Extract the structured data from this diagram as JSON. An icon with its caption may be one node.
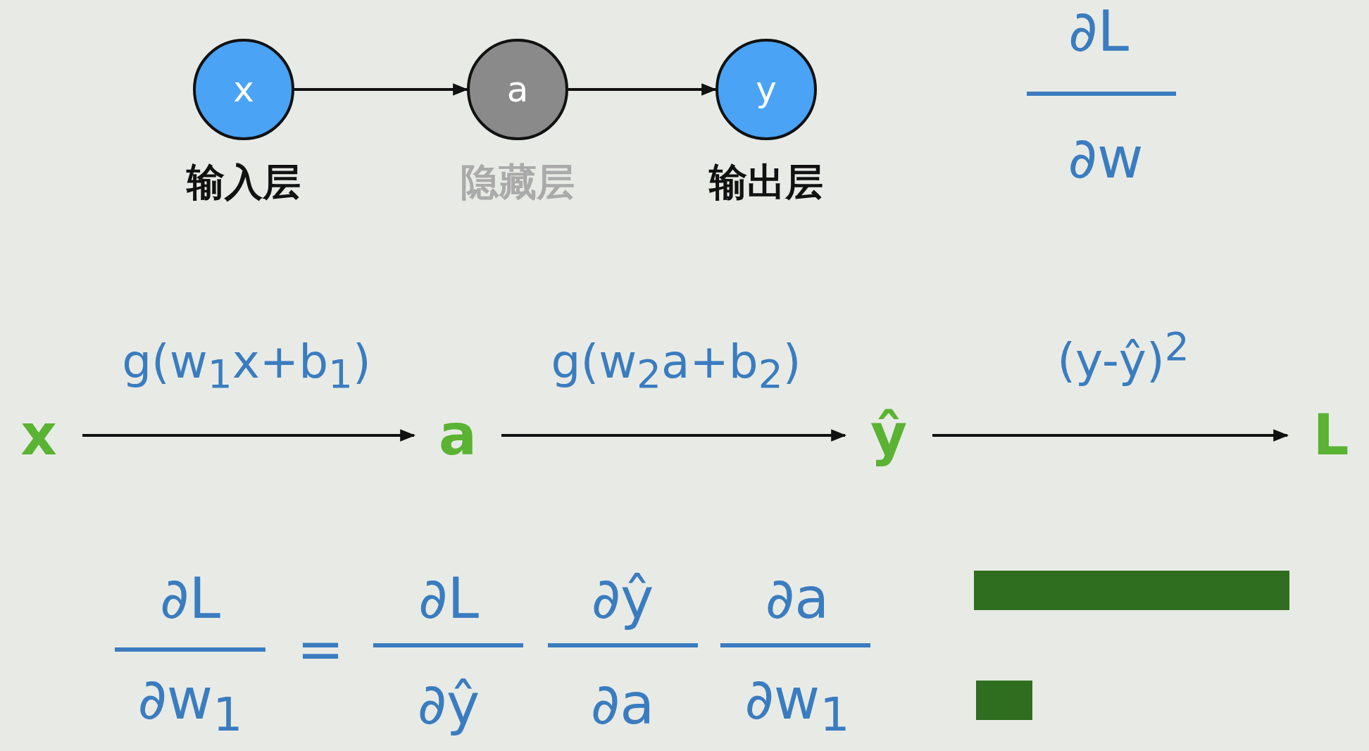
{
  "diagram": {
    "nodes": [
      {
        "text": [
          "x"
        ],
        "beside": [
          "输入层"
        ]
      },
      {
        "text": [
          "a"
        ],
        "beside": [
          "隐藏层"
        ]
      },
      {
        "text": [
          "y"
        ],
        "beside": [
          "输出层"
        ]
      },
      {
        "text": [
          "x"
        ]
      },
      {
        "text": [
          "a"
        ]
      },
      {
        "text": [
          "ŷ"
        ]
      },
      {
        "text": [
          "L"
        ]
      },
      {
        "text": [],
        "shape": "bar"
      },
      {
        "text": [],
        "shape": "bar"
      }
    ],
    "edges": [
      {
        "from": 0,
        "to": 1,
        "arrow": "to"
      },
      {
        "from": 1,
        "to": 2,
        "arrow": "to"
      },
      {
        "from": 3,
        "to": 4,
        "arrow": "to",
        "label": "g(w$_{1}$x+b$_{1}$)"
      },
      {
        "from": 4,
        "to": 5,
        "arrow": "to",
        "label": "g(w$_{2}$a+b$_{2}$)"
      },
      {
        "from": 5,
        "to": 6,
        "arrow": "to",
        "label": "(y-ŷ)$^{2}$"
      }
    ],
    "labels": [
      "∂L",
      "∂w",
      "∂L",
      "∂w$_{1}$",
      "=",
      "∂L",
      "∂ŷ",
      "∂ŷ",
      "∂a",
      "∂a",
      "∂w$_{1}$"
    ]
  }
}
